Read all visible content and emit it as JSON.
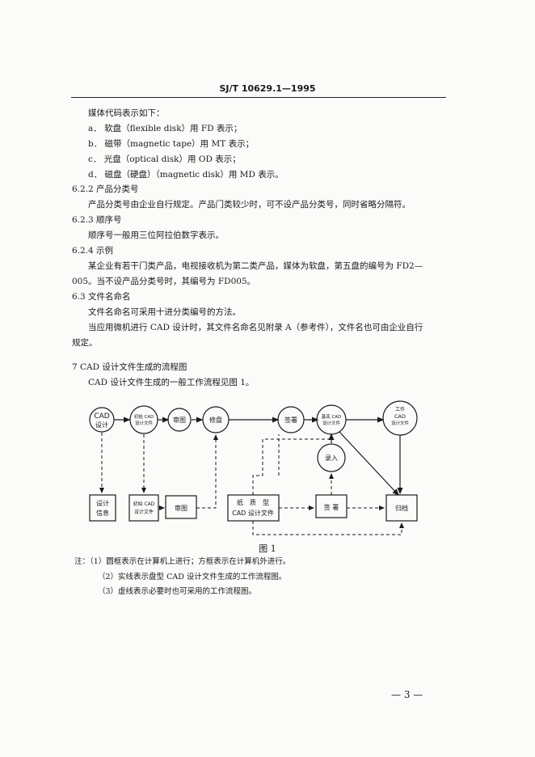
{
  "header": {
    "code": "SJ/T 10629.1—1995"
  },
  "body_lines": [
    "媒体代码表示如下：",
    "a．  软盘（flexible disk）用 FD 表示；",
    "b．  磁带（magnetic tape）用 MT 表示；",
    "c．  光盘（optical disk）用 OD 表示；",
    "d．  磁盘（硬盘）（magnetic disk）用 MD 表示。",
    "6.2.2   产品分类号",
    "产品分类号由企业自行规定。产品门类较少时，可不设产品分类号，同时省略分隔符。",
    "6.2.3   顺序号",
    "顺序号一般用三位阿拉伯数字表示。",
    "6.2.4   示例",
    "某企业有若干门类产品，电视接收机为第二类产品，媒体为软盘，第五盘的编号为 FD2—",
    "005。当不设产品分类号时，其编号为 FD005。",
    "6.3   文件名命名",
    "文件名命名可采用十进分类编号的方法。",
    "当应用微机进行 CAD 设计时，其文件名命名见附录 A（参考件），文件名也可由企业自行",
    "规定。",
    "7   CAD 设计文件生成的流程图",
    "CAD 设计文件生成的一般工作流程见图 1。"
  ],
  "flowchart": {
    "circles": {
      "cad_design": [
        "CAD",
        "设计"
      ],
      "aux_cad_file": [
        "初始 CAD",
        "设计文件"
      ],
      "review": "审图",
      "edit": "修盘",
      "sign": "签署",
      "base_cad_file": [
        "基底 CAD",
        "设计文件"
      ],
      "work_cad_file": [
        "工作",
        "CAD",
        "设计文件"
      ],
      "input": "录入"
    },
    "boxes": {
      "design_info": [
        "设计",
        "信息"
      ],
      "aux_cad_box": [
        "初始 CAD",
        "设计文件"
      ],
      "review_box": "审图",
      "paper_cad": [
        "纸　质　型",
        "CAD 设计文件"
      ],
      "sign_box": "签  署",
      "archive": "归档"
    }
  },
  "figure": {
    "caption": "图 1",
    "notes": [
      "注：（1）圆框表示在计算机上进行；方框表示在计算机外进行。",
      "（2）实线表示盘型 CAD 设计文件生成的工作流程图。",
      "（3）虚线表示必要时也可采用的工作流程图。"
    ]
  },
  "page_number": "— 3 —"
}
